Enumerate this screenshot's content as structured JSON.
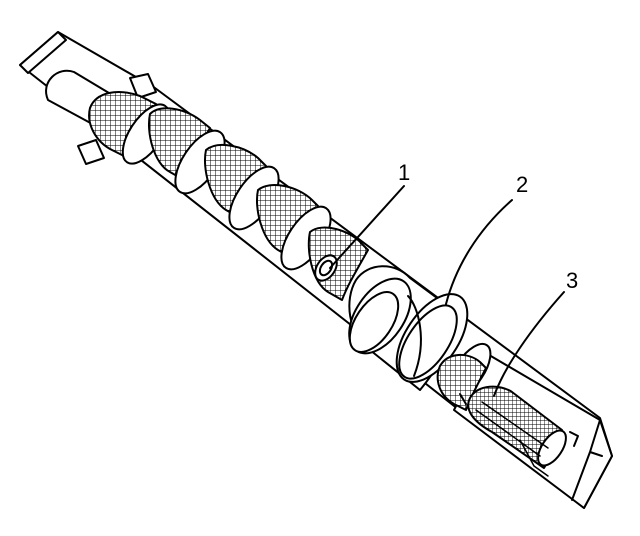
{
  "diagram": {
    "callouts": [
      {
        "number": "1"
      },
      {
        "number": "2"
      },
      {
        "number": "3"
      }
    ]
  },
  "colors": {
    "stroke": "#000000",
    "fill": "#ffffff",
    "shade": "#d9d9d9"
  }
}
